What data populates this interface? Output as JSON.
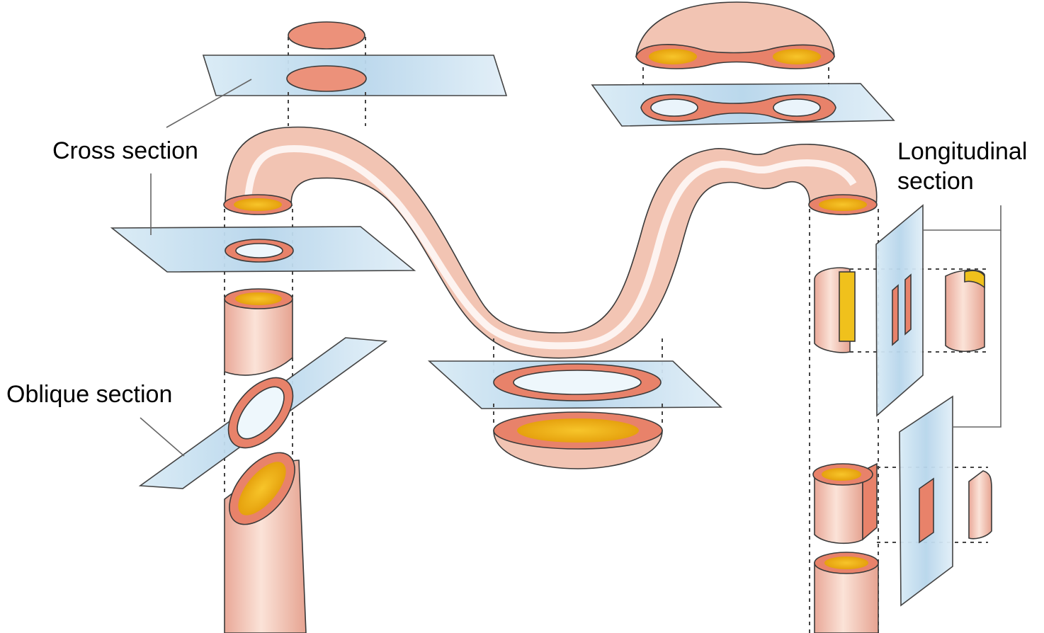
{
  "labels": {
    "cross": "Cross section",
    "oblique": "Oblique section",
    "longitudinal_line1": "Longitudinal",
    "longitudinal_line2": "section"
  },
  "colors": {
    "tube_wall": "#f2c1b0",
    "tube_highlight": "#fbe6dd",
    "cut_surface": "#e8826a",
    "lumen_yellow": "#f0b414",
    "glass_plane": "#cfe3f1",
    "outline": "#3a3a3a"
  }
}
